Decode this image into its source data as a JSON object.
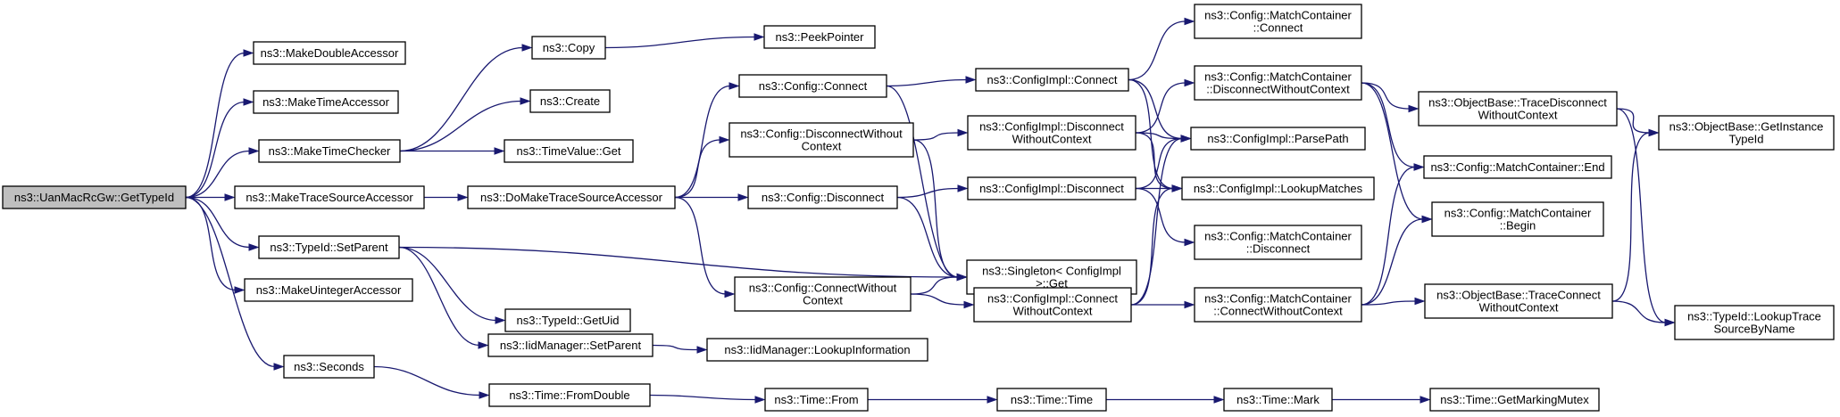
{
  "diagram": {
    "colors": {
      "node_fill": "#ffffff",
      "root_fill": "#bfbfbf",
      "node_stroke": "#000000",
      "edge": "#191970"
    },
    "nodes": [
      {
        "id": "root",
        "lines": [
          "ns3::UanMacRcGw::GetTypeId"
        ],
        "root": true
      },
      {
        "id": "makeDoubleAccessor",
        "lines": [
          "ns3::MakeDoubleAccessor"
        ]
      },
      {
        "id": "makeTimeAccessor",
        "lines": [
          "ns3::MakeTimeAccessor"
        ]
      },
      {
        "id": "makeTimeChecker",
        "lines": [
          "ns3::MakeTimeChecker"
        ]
      },
      {
        "id": "makeTraceSourceAccessor",
        "lines": [
          "ns3::MakeTraceSourceAccessor"
        ]
      },
      {
        "id": "typeIdSetParent",
        "lines": [
          "ns3::TypeId::SetParent"
        ]
      },
      {
        "id": "makeUintegerAccessor",
        "lines": [
          "ns3::MakeUintegerAccessor"
        ]
      },
      {
        "id": "seconds",
        "lines": [
          "ns3::Seconds"
        ]
      },
      {
        "id": "copy",
        "lines": [
          "ns3::Copy"
        ]
      },
      {
        "id": "create",
        "lines": [
          "ns3::Create"
        ]
      },
      {
        "id": "timeValueGet",
        "lines": [
          "ns3::TimeValue::Get"
        ]
      },
      {
        "id": "doMakeTraceSourceAccessor",
        "lines": [
          "ns3::DoMakeTraceSourceAccessor"
        ]
      },
      {
        "id": "typeIdGetUid",
        "lines": [
          "ns3::TypeId::GetUid"
        ]
      },
      {
        "id": "iidManagerSetParent",
        "lines": [
          "ns3::IidManager::SetParent"
        ]
      },
      {
        "id": "timeFromDouble",
        "lines": [
          "ns3::Time::FromDouble"
        ]
      },
      {
        "id": "peekPointer",
        "lines": [
          "ns3::PeekPointer"
        ]
      },
      {
        "id": "configConnect",
        "lines": [
          "ns3::Config::Connect"
        ]
      },
      {
        "id": "configDisconnectWithoutContext",
        "lines": [
          "ns3::Config::DisconnectWithout",
          "Context"
        ]
      },
      {
        "id": "configDisconnect",
        "lines": [
          "ns3::Config::Disconnect"
        ]
      },
      {
        "id": "configConnectWithoutContext",
        "lines": [
          "ns3::Config::ConnectWithout",
          "Context"
        ]
      },
      {
        "id": "iidManagerLookupInformation",
        "lines": [
          "ns3::IidManager::LookupInformation"
        ]
      },
      {
        "id": "timeFrom",
        "lines": [
          "ns3::Time::From"
        ]
      },
      {
        "id": "configImplConnect",
        "lines": [
          "ns3::ConfigImpl::Connect"
        ]
      },
      {
        "id": "configImplDisconnectWithoutContext",
        "lines": [
          "ns3::ConfigImpl::Disconnect",
          "WithoutContext"
        ]
      },
      {
        "id": "configImplDisconnect",
        "lines": [
          "ns3::ConfigImpl::Disconnect"
        ]
      },
      {
        "id": "singletonGet",
        "lines": [
          "ns3::Singleton< ConfigImpl",
          " >::Get"
        ]
      },
      {
        "id": "configImplConnectWithoutContext",
        "lines": [
          "ns3::ConfigImpl::Connect",
          "WithoutContext"
        ]
      },
      {
        "id": "timeTime",
        "lines": [
          "ns3::Time::Time"
        ]
      },
      {
        "id": "matchContainerConnect",
        "lines": [
          "ns3::Config::MatchContainer",
          "::Connect"
        ]
      },
      {
        "id": "matchContainerDisconnectWithoutContext",
        "lines": [
          "ns3::Config::MatchContainer",
          "::DisconnectWithoutContext"
        ]
      },
      {
        "id": "configImplParsePath",
        "lines": [
          "ns3::ConfigImpl::ParsePath"
        ]
      },
      {
        "id": "configImplLookupMatches",
        "lines": [
          "ns3::ConfigImpl::LookupMatches"
        ]
      },
      {
        "id": "matchContainerDisconnect",
        "lines": [
          "ns3::Config::MatchContainer",
          "::Disconnect"
        ]
      },
      {
        "id": "matchContainerConnectWithoutContext",
        "lines": [
          "ns3::Config::MatchContainer",
          "::ConnectWithoutContext"
        ]
      },
      {
        "id": "timeMark",
        "lines": [
          "ns3::Time::Mark"
        ]
      },
      {
        "id": "objectBaseTraceDisconnectWithoutContext",
        "lines": [
          "ns3::ObjectBase::TraceDisconnect",
          "WithoutContext"
        ]
      },
      {
        "id": "matchContainerEnd",
        "lines": [
          "ns3::Config::MatchContainer::End"
        ]
      },
      {
        "id": "matchContainerBegin",
        "lines": [
          "ns3::Config::MatchContainer",
          "::Begin"
        ]
      },
      {
        "id": "objectBaseTraceConnectWithoutContext",
        "lines": [
          "ns3::ObjectBase::TraceConnect",
          "WithoutContext"
        ]
      },
      {
        "id": "timeGetMarkingMutex",
        "lines": [
          "ns3::Time::GetMarkingMutex"
        ]
      },
      {
        "id": "objectBaseGetInstanceTypeId",
        "lines": [
          "ns3::ObjectBase::GetInstance",
          "TypeId"
        ]
      },
      {
        "id": "typeIdLookupTraceSourceByName",
        "lines": [
          "ns3::TypeId::LookupTrace",
          "SourceByName"
        ]
      }
    ],
    "edges": [
      [
        "root",
        "makeDoubleAccessor"
      ],
      [
        "root",
        "makeTimeAccessor"
      ],
      [
        "root",
        "makeTimeChecker"
      ],
      [
        "root",
        "makeTraceSourceAccessor"
      ],
      [
        "root",
        "typeIdSetParent"
      ],
      [
        "root",
        "makeUintegerAccessor"
      ],
      [
        "root",
        "seconds"
      ],
      [
        "makeTimeChecker",
        "copy"
      ],
      [
        "makeTimeChecker",
        "create"
      ],
      [
        "makeTimeChecker",
        "timeValueGet"
      ],
      [
        "copy",
        "peekPointer"
      ],
      [
        "makeTraceSourceAccessor",
        "doMakeTraceSourceAccessor"
      ],
      [
        "doMakeTraceSourceAccessor",
        "configConnect"
      ],
      [
        "doMakeTraceSourceAccessor",
        "configDisconnectWithoutContext"
      ],
      [
        "doMakeTraceSourceAccessor",
        "configDisconnect"
      ],
      [
        "doMakeTraceSourceAccessor",
        "configConnectWithoutContext"
      ],
      [
        "typeIdSetParent",
        "singletonGet"
      ],
      [
        "typeIdSetParent",
        "typeIdGetUid"
      ],
      [
        "typeIdSetParent",
        "iidManagerSetParent"
      ],
      [
        "iidManagerSetParent",
        "iidManagerLookupInformation"
      ],
      [
        "seconds",
        "timeFromDouble"
      ],
      [
        "timeFromDouble",
        "timeFrom"
      ],
      [
        "timeFrom",
        "timeTime"
      ],
      [
        "timeTime",
        "timeMark"
      ],
      [
        "timeMark",
        "timeGetMarkingMutex"
      ],
      [
        "configConnect",
        "configImplConnect"
      ],
      [
        "configConnect",
        "singletonGet"
      ],
      [
        "configDisconnectWithoutContext",
        "configImplDisconnectWithoutContext"
      ],
      [
        "configDisconnectWithoutContext",
        "singletonGet"
      ],
      [
        "configDisconnect",
        "configImplDisconnect"
      ],
      [
        "configDisconnect",
        "singletonGet"
      ],
      [
        "configConnectWithoutContext",
        "singletonGet"
      ],
      [
        "configConnectWithoutContext",
        "configImplConnectWithoutContext"
      ],
      [
        "configImplConnect",
        "matchContainerConnect"
      ],
      [
        "configImplConnect",
        "configImplParsePath"
      ],
      [
        "configImplConnect",
        "configImplLookupMatches"
      ],
      [
        "configImplDisconnectWithoutContext",
        "matchContainerDisconnectWithoutContext"
      ],
      [
        "configImplDisconnectWithoutContext",
        "configImplParsePath"
      ],
      [
        "configImplDisconnectWithoutContext",
        "configImplLookupMatches"
      ],
      [
        "configImplDisconnect",
        "configImplParsePath"
      ],
      [
        "configImplDisconnect",
        "configImplLookupMatches"
      ],
      [
        "configImplDisconnect",
        "matchContainerDisconnect"
      ],
      [
        "configImplConnectWithoutContext",
        "configImplParsePath"
      ],
      [
        "configImplConnectWithoutContext",
        "configImplLookupMatches"
      ],
      [
        "configImplConnectWithoutContext",
        "matchContainerConnectWithoutContext"
      ],
      [
        "matchContainerDisconnectWithoutContext",
        "objectBaseTraceDisconnectWithoutContext"
      ],
      [
        "matchContainerDisconnectWithoutContext",
        "matchContainerEnd"
      ],
      [
        "matchContainerDisconnectWithoutContext",
        "matchContainerBegin"
      ],
      [
        "matchContainerConnectWithoutContext",
        "matchContainerEnd"
      ],
      [
        "matchContainerConnectWithoutContext",
        "matchContainerBegin"
      ],
      [
        "matchContainerConnectWithoutContext",
        "objectBaseTraceConnectWithoutContext"
      ],
      [
        "objectBaseTraceDisconnectWithoutContext",
        "objectBaseGetInstanceTypeId"
      ],
      [
        "objectBaseTraceDisconnectWithoutContext",
        "typeIdLookupTraceSourceByName"
      ],
      [
        "objectBaseTraceConnectWithoutContext",
        "objectBaseGetInstanceTypeId"
      ],
      [
        "objectBaseTraceConnectWithoutContext",
        "typeIdLookupTraceSourceByName"
      ]
    ]
  }
}
